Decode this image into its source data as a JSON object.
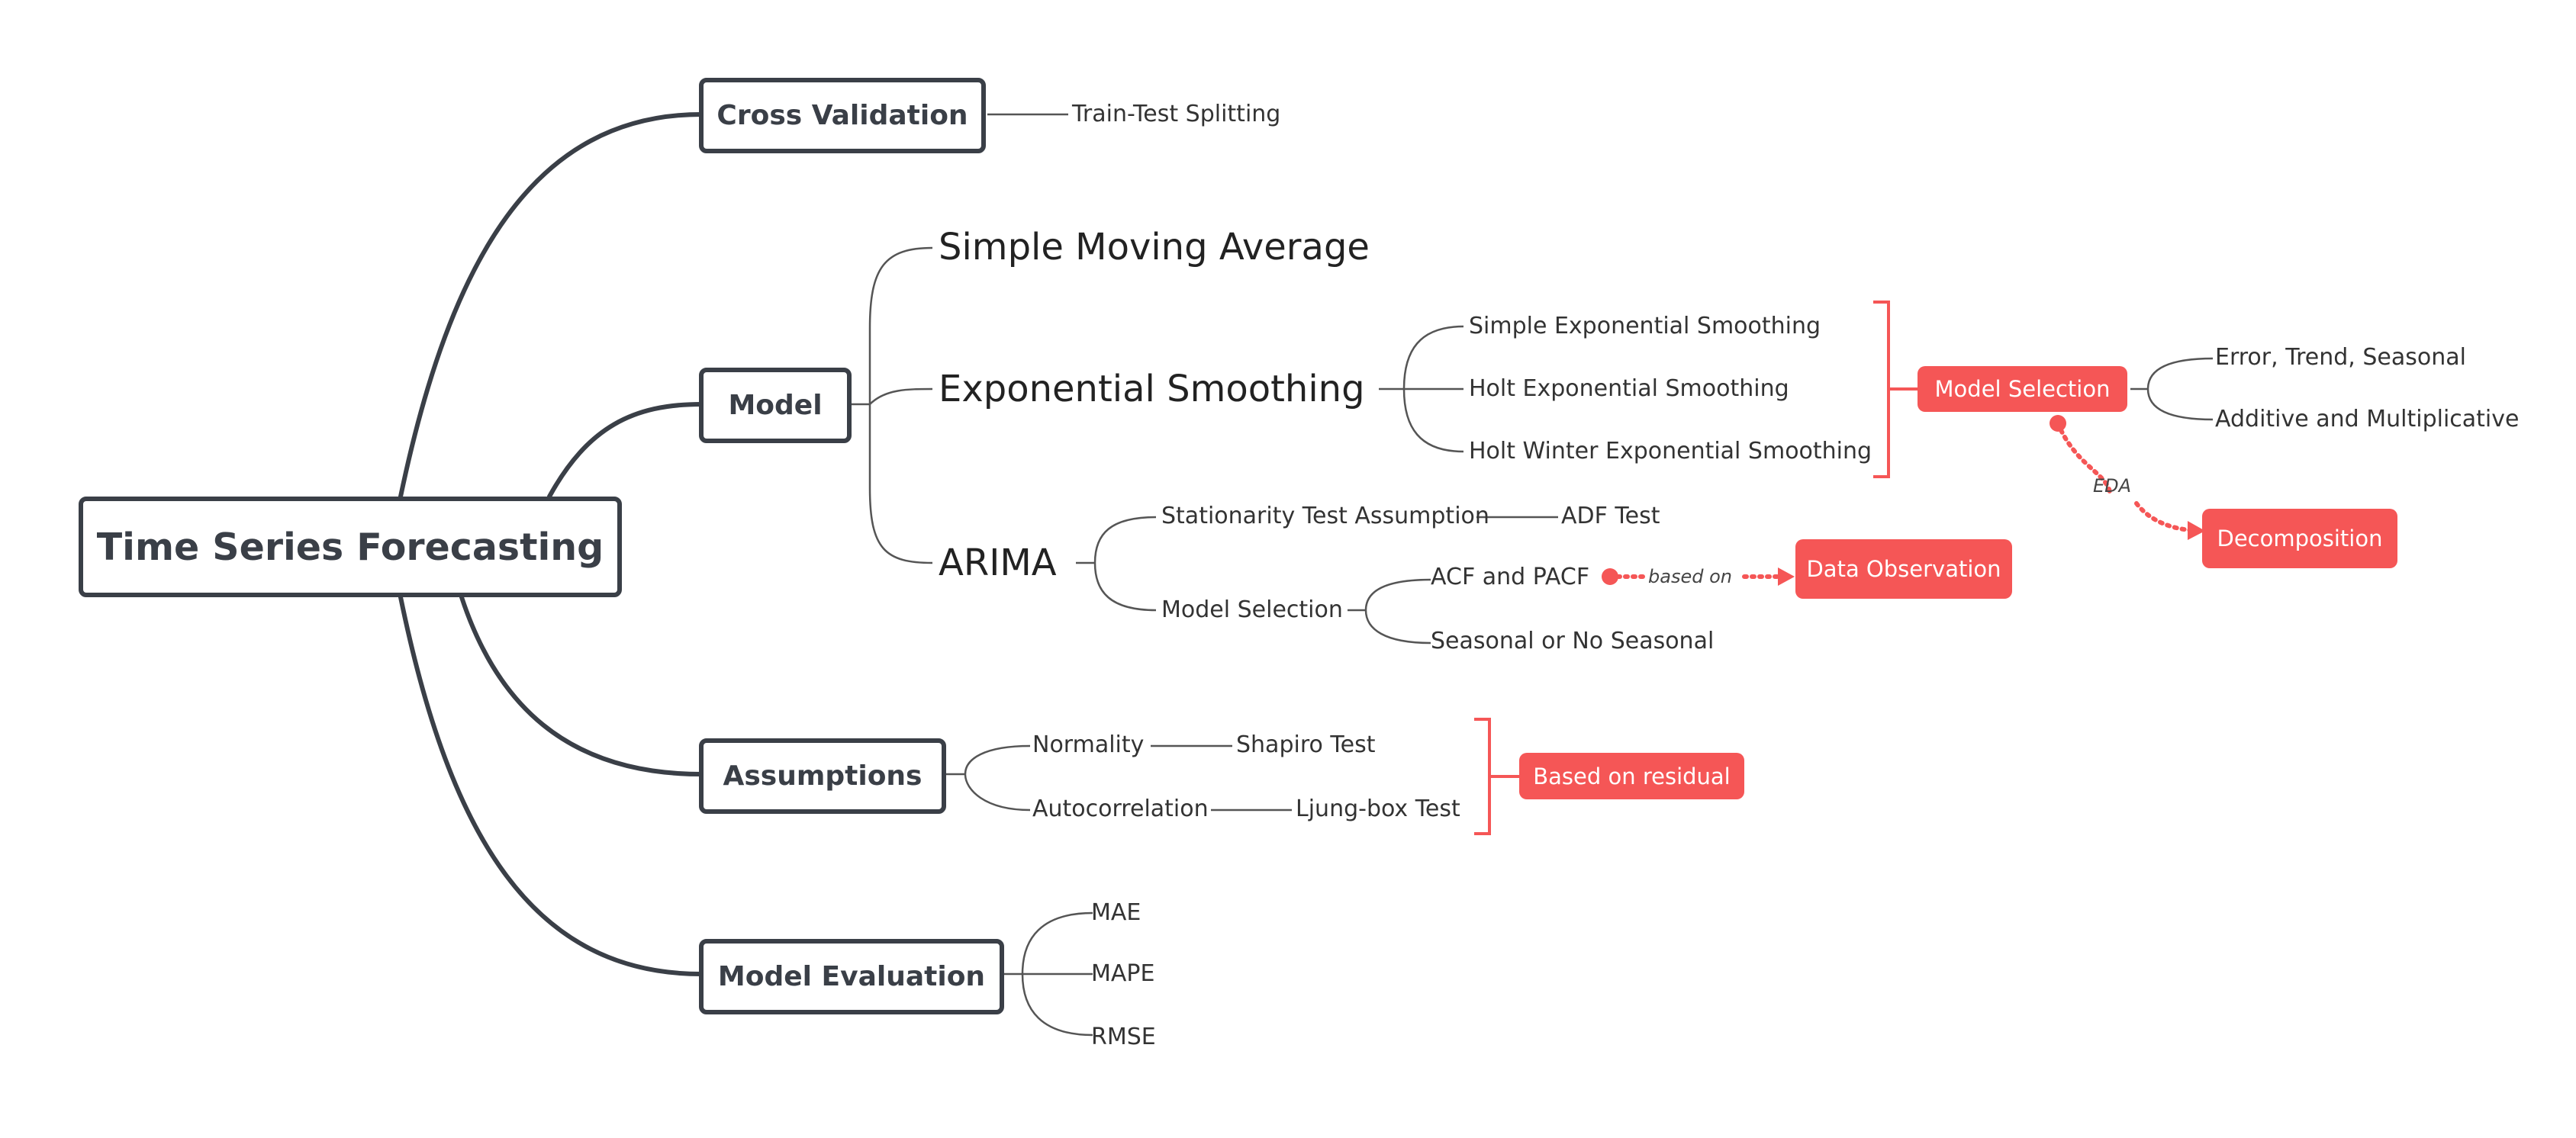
{
  "colors": {
    "node_border": "#3a3f47",
    "accent": "#f55656",
    "line": "#555555",
    "text": "#333333"
  },
  "root": "Time Series Forecasting",
  "branches": {
    "cross_validation": {
      "label": "Cross Validation",
      "children": [
        "Train-Test Splitting"
      ]
    },
    "model": {
      "label": "Model",
      "children": {
        "sma": "Simple Moving Average",
        "es": {
          "label": "Exponential Smoothing",
          "children": [
            "Simple Exponential Smoothing",
            "Holt Exponential Smoothing",
            "Holt Winter Exponential Smoothing"
          ]
        },
        "arima": {
          "label": "ARIMA",
          "stationarity": {
            "label": "Stationarity Test Assumption",
            "child": "ADF Test"
          },
          "model_selection": {
            "label": "Model Selection",
            "children": [
              "ACF and PACF",
              "Seasonal or No Seasonal"
            ]
          }
        }
      }
    },
    "assumptions": {
      "label": "Assumptions",
      "normality": {
        "label": "Normality",
        "child": "Shapiro Test"
      },
      "autocorrelation": {
        "label": "Autocorrelation",
        "child": "Ljung-box Test"
      }
    },
    "evaluation": {
      "label": "Model Evaluation",
      "children": [
        "MAE",
        "MAPE",
        "RMSE"
      ]
    }
  },
  "callouts": {
    "es_summary": {
      "label": "Model Selection",
      "children": [
        "Error, Trend, Seasonal",
        "Additive and Multiplicative"
      ]
    },
    "decomposition": "Decomposition",
    "data_observation": "Data Observation",
    "residual": "Based on residual"
  },
  "relationships": {
    "eda": "EDA",
    "based_on": "based on"
  }
}
